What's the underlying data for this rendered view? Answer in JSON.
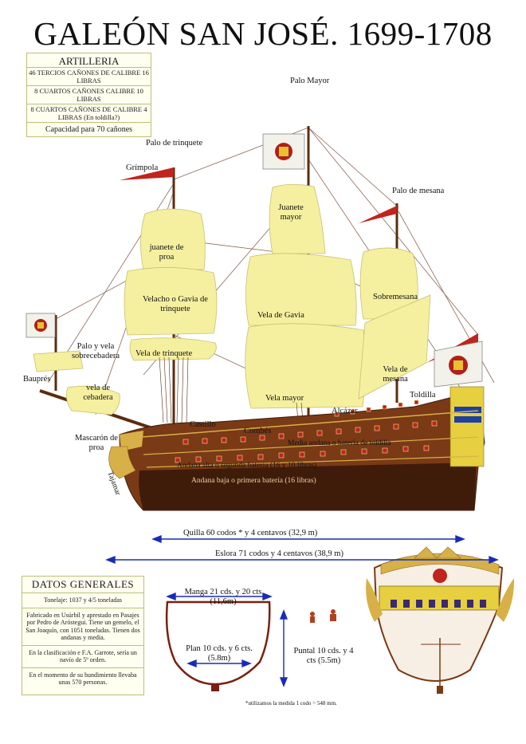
{
  "title": "GALEÓN SAN JOSÉ. 1699-1708",
  "artilleria": {
    "heading": "ARTILLERIA",
    "rows": [
      "46 TERCIOS CAÑONES DE CALIBRE 16 LIBRAS",
      "8 CUARTOS CAÑONES CALIBRE 10 LIBRAS",
      "8 CUARTOS CAÑONES DE CALIBRE 4 LIBRAS (En toldilla?)"
    ],
    "capacity": "Capacidad para 70 cañones"
  },
  "labels": {
    "palo_mayor": "Palo Mayor",
    "palo_trinquete": "Palo de trinquete",
    "grimpola": "Grímpola",
    "palo_mesana": "Palo de mesana",
    "juanete_mayor": "Juanete mayor",
    "juanete_proa": "juanete de proa",
    "sobremesana": "Sobremesana",
    "velacho": "Velacho o Gavia de trinquete",
    "vela_gavia": "Vela de Gavia",
    "palo_sobrecebadera": "Palo y vela sobrecebadera",
    "vela_trinquete": "Vela de trinquete",
    "vela_mesana": "Vela de mesana",
    "baupres": "Bauprés",
    "vela_cebadera": "vela de cebadera",
    "vela_mayor": "Vela mayor",
    "toldilla": "Toldilla",
    "alcazar": "Alcázar",
    "castillo": "Castillo",
    "combes": "Combés",
    "mascaron": "Mascarón de proa",
    "tajamar": "Tajamar",
    "media_andana": "Media andana o batería de toldilla",
    "andana_alta": "Andana alta o segunda batería (16 y 10 libras)",
    "andana_baja": "Andana baja o primera batería (16 libras)"
  },
  "dimensions": {
    "quilla": "Quilla 60 codos * y 4 centavos (32,9 m)",
    "eslora": "Eslora 71 codos y 4 centavos (38,9 m)",
    "manga": "Manga 21 cds. y 20 cts (11,6m)",
    "plan": "Plan 10 cds. y 6 cts. (5.8m)",
    "puntal": "Puntal 10 cds. y 4 cts (5.5m)",
    "footnote": "*utilizamos la medida 1 codo = 548 mm."
  },
  "datos": {
    "heading": "DATOS GENERALES",
    "paragraphs": [
      "Tonelaje: 1037 y 4/5 toneladas",
      "Fabricado en Usúrbil y aprestado en Pasajes por Pedro de Aróstegui. Tiene un gemelo, el San Joaquín, con 1051 toneladas. Tienen dos andanas y media.",
      "En la clasificación e F.A. Garrote, sería un navío de 5º orden.",
      "En el momento de su hundimiento llevaba unas 570 personas."
    ]
  },
  "colors": {
    "sail": "#f5f0a0",
    "hull": "#7a3a16",
    "hull_dark": "#3f1c0a",
    "pennant": "#c0241c",
    "arrow": "#1a2bb8"
  }
}
